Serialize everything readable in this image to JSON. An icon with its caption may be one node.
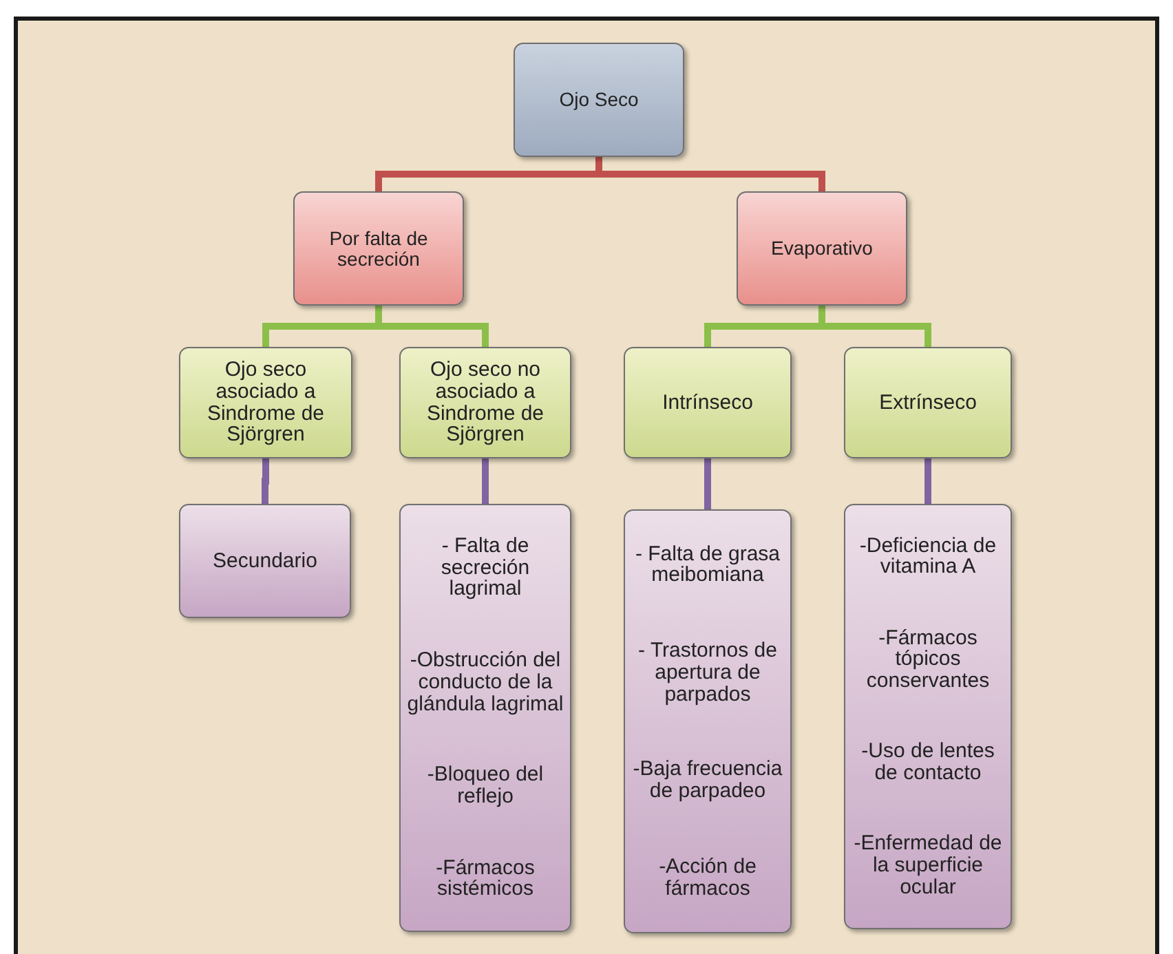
{
  "diagram": {
    "nodes": [
      {
        "text": [
          "Ojo Seco"
        ]
      },
      {
        "text": [
          "Por falta de secreción"
        ]
      },
      {
        "text": [
          "Evaporativo"
        ]
      },
      {
        "text": [
          "Ojo seco asociado a Sindrome de Sjörgren"
        ]
      },
      {
        "text": [
          "Ojo seco no asociado a Sindrome de Sjörgren"
        ]
      },
      {
        "text": [
          "Intrínseco"
        ]
      },
      {
        "text": [
          "Extrínseco"
        ]
      },
      {
        "text": [
          "Secundario"
        ]
      },
      {
        "text": [
          "- Falta de secreción lagrimal",
          "-Obstrucción del conducto de la glándula lagrimal",
          "-Bloqueo del reflejo",
          "-Fármacos sistémicos"
        ]
      },
      {
        "text": [
          "- Falta de grasa meibomiana",
          "- Trastornos de apertura de parpados",
          "-Baja frecuencia de parpadeo",
          "-Acción de fármacos"
        ]
      },
      {
        "text": [
          "-Deficiencia de vitamina A",
          "-Fármacos tópicos conservantes",
          "-Uso de lentes de contacto",
          "-Enfermedad de la superficie ocular"
        ]
      }
    ],
    "edges": [
      {
        "from": 0,
        "to": 1,
        "arrow": "none",
        "color": "#c0504d"
      },
      {
        "from": 0,
        "to": 2,
        "arrow": "none",
        "color": "#c0504d"
      },
      {
        "from": 1,
        "to": 3,
        "arrow": "none",
        "color": "#8cbf4a"
      },
      {
        "from": 1,
        "to": 4,
        "arrow": "none",
        "color": "#8cbf4a"
      },
      {
        "from": 2,
        "to": 5,
        "arrow": "none",
        "color": "#8cbf4a"
      },
      {
        "from": 2,
        "to": 6,
        "arrow": "none",
        "color": "#8cbf4a"
      },
      {
        "from": 3,
        "to": 7,
        "arrow": "none",
        "color": "#8064a2"
      },
      {
        "from": 4,
        "to": 8,
        "arrow": "none",
        "color": "#8064a2"
      },
      {
        "from": 5,
        "to": 9,
        "arrow": "none",
        "color": "#8064a2"
      },
      {
        "from": 6,
        "to": 10,
        "arrow": "none",
        "color": "#8064a2"
      }
    ]
  }
}
